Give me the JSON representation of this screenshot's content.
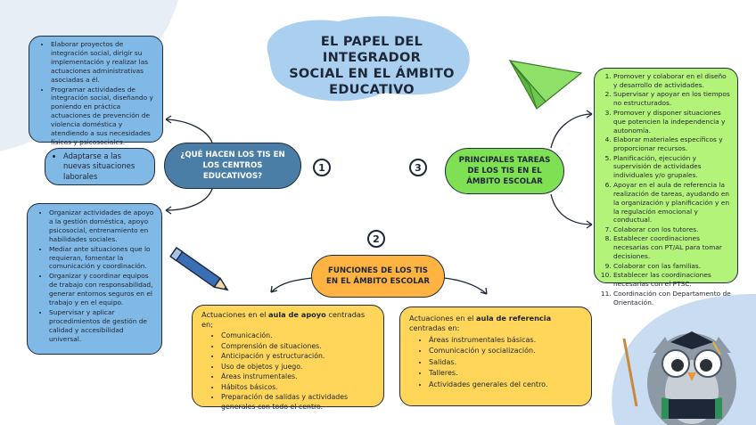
{
  "title": {
    "line1": "EL PAPEL DEL INTEGRADOR",
    "line2": "SOCIAL EN EL ÁMBITO",
    "line3": "EDUCATIVO"
  },
  "badges": [
    "1",
    "2",
    "3"
  ],
  "node1": {
    "label": "¿QUÉ HACEN LOS TIS EN LOS CENTROS EDUCATIVOS?",
    "box_top": [
      "Elaborar proyectos de integración social, dirigir su implementación y realizar las actuaciones administrativas asociadas a él.",
      "Programar actividades de integración social, diseñando y poniendo en práctica actuaciones de prevención de violencia doméstica y atendiendo a sus necesidades físicas y psicosociales."
    ],
    "box_mid": [
      "Adaptarse a las nuevas situaciones laborales"
    ],
    "box_bottom": [
      "Organizar actividades de apoyo a la gestión doméstica, apoyo psicosocial, entrenamiento en habilidades sociales.",
      "Mediar ante situaciones que lo requieran, fomentar la comunicación y coordinación.",
      "Organizar y coordinar equipos de trabajo con responsabilidad, generar entornos seguros en el trabajo y en el equipo.",
      "Supervisar y aplicar procedimientos de gestión de calidad y accesibilidad universal."
    ]
  },
  "node2": {
    "label": "FUNCIONES DE LOS TIS EN EL ÁMBITO ESCOLAR",
    "left": {
      "intro_pre": "Actuaciones en el ",
      "intro_bold": "aula de apoyo",
      "intro_post": " centradas en;",
      "items": [
        "Comunicación.",
        "Comprensión de situaciones.",
        "Anticipación y estructuración.",
        "Uso de objetos y juego.",
        "Áreas instrumentales.",
        "Hábitos básicos.",
        "Preparación de salidas y actividades generales con todo el centro."
      ]
    },
    "right": {
      "intro_pre": "Actuaciones en el ",
      "intro_bold": "aula de referencia",
      "intro_post": " centradas en:",
      "items": [
        "Áreas instrumentales básicas.",
        "Comunicación y socialización.",
        "Salidas.",
        "Talleres.",
        "Actividades generales del centro."
      ]
    }
  },
  "node3": {
    "label": "PRINCIPALES TAREAS DE LOS TIS EN EL ÁMBITO ESCOLAR",
    "items": [
      "Promover y colaborar en el diseño y desarrollo de actividades.",
      "Supervisar y apoyar en los tiempos no estructurados.",
      "Promover y disponer situaciones que potencien la independencia y autonomía.",
      "Elaborar materiales específicos y proporcionar recursos.",
      "Planificación, ejecución y supervisión de actividades individuales y/o grupales.",
      "Apoyar en el aula de referencia la realización de tareas, ayudando en la organización y planificación y en la regulación emocional y conductual.",
      "Colaborar con los tutores.",
      "Establecer coordinaciones necesarias con PT/AL para tomar decisiones.",
      "Colaborar con las familias.",
      "Establecer las coordinaciones necesarias con el PTSC.",
      "Coordinación con Departamento de Orientación."
    ]
  },
  "colors": {
    "blue": "#80b8e6",
    "dark_blue": "#4a7ea6",
    "green": "#b4f37a",
    "dark_green": "#7ee052",
    "yellow": "#ffd65a",
    "orange": "#ffb340",
    "title_blob": "#aacfef"
  },
  "decor": [
    "paper-plane-icon",
    "pencil-icon",
    "owl-graduate-icon"
  ]
}
